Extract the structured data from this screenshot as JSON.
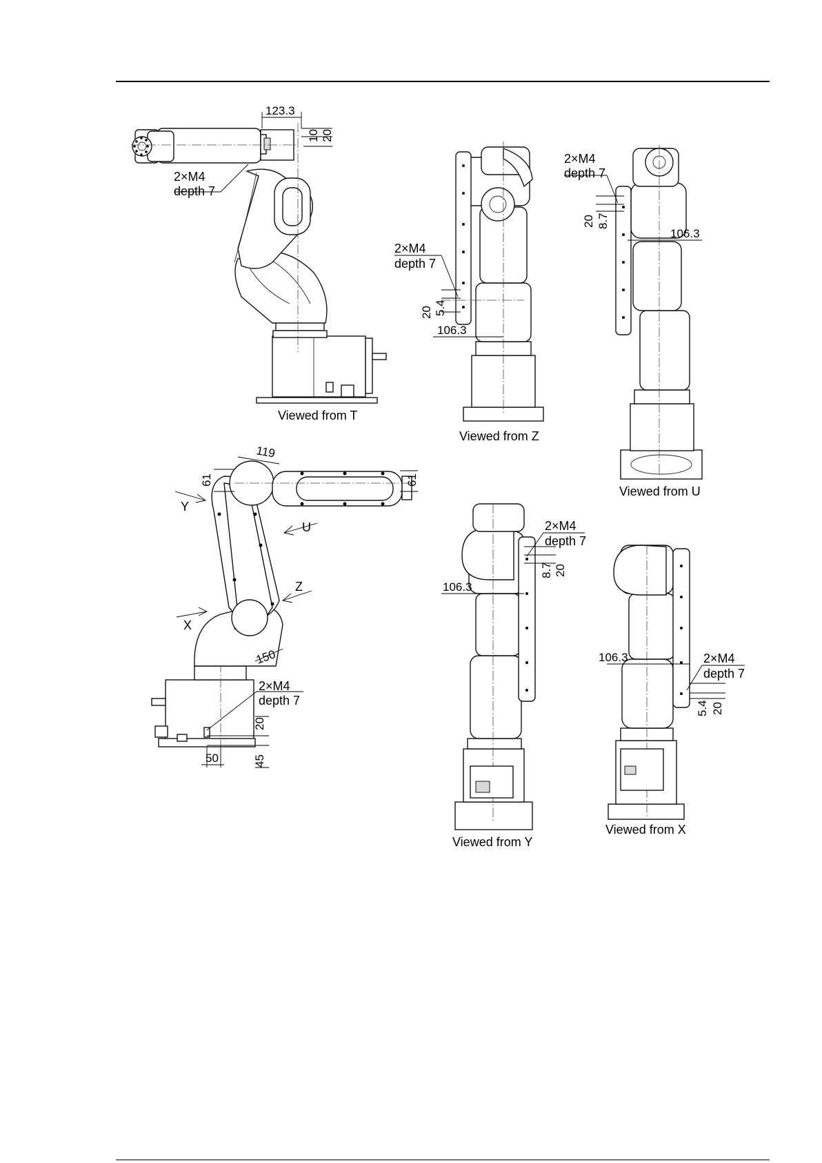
{
  "views": {
    "t": {
      "caption": "Viewed from T",
      "dim_top": "123.3",
      "dim_a": "10",
      "dim_b": "20",
      "tap_line1": "2×M4",
      "tap_line2": "depth 7"
    },
    "z": {
      "caption": "Viewed from Z",
      "dim_a": "20",
      "dim_b": "5.4",
      "dim_c": "106.3",
      "tap_line1": "2×M4",
      "tap_line2": "depth 7"
    },
    "u": {
      "caption": "Viewed from U",
      "dim_a": "20",
      "dim_b": "8.7",
      "dim_c": "106.3",
      "tap_line1": "2×M4",
      "tap_line2": "depth 7"
    },
    "side": {
      "dim_119": "119",
      "dim_61_left": "61",
      "dim_61_right": "61",
      "dim_150": "150",
      "dim_20": "20",
      "dim_50": "50",
      "dim_45": "45",
      "tap_line1": "2×M4",
      "tap_line2": "depth 7",
      "arrow_y": "Y",
      "arrow_u": "U",
      "arrow_z": "Z",
      "arrow_x": "X"
    },
    "y": {
      "caption": "Viewed from Y",
      "dim_a": "8.7",
      "dim_b": "20",
      "dim_c": "106.3",
      "tap_line1": "2×M4",
      "tap_line2": "depth 7"
    },
    "x": {
      "caption": "Viewed from X",
      "dim_a": "5.4",
      "dim_b": "20",
      "dim_c": "106.3",
      "tap_line1": "2×M4",
      "tap_line2": "depth 7"
    }
  }
}
